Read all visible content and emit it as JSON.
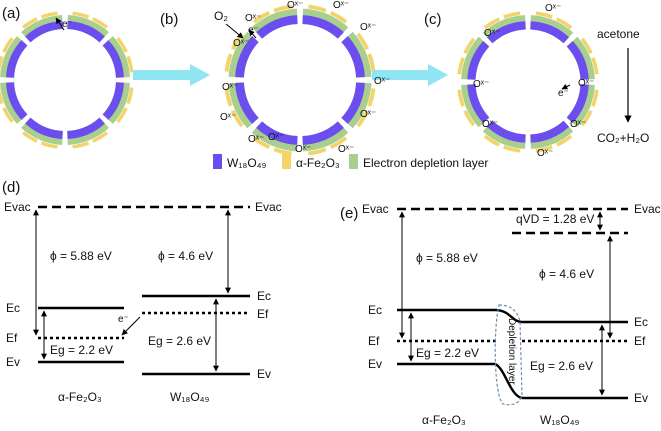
{
  "colors": {
    "w18o49": "#6b4df0",
    "fe2o3": "#f2d46b",
    "depletion": "#a9cf8e",
    "arrow": "#8fe6f2",
    "line": "#000000",
    "dashed_outline": "#6a8fb0"
  },
  "panels": {
    "a": "(a)",
    "b": "(b)",
    "c": "(c)",
    "d": "(d)",
    "e": "(e)"
  },
  "top": {
    "electron": "e⁻",
    "o2": "O₂",
    "ox": "Oˣ⁻",
    "acetone": "acetone",
    "products": "CO₂+H₂O"
  },
  "legend": {
    "w18o49": "W₁₈O₄₉",
    "fe2o3": "α-Fe₂O₃",
    "depletion": "Electron depletion layer"
  },
  "band_d": {
    "evac_left": "Evac",
    "evac_right": "Evac",
    "phi_left": "ϕ = 5.88 eV",
    "phi_right": "ϕ = 4.6 eV",
    "ec_left": "Ec",
    "ef_left": "Ef",
    "ev_left": "Ev",
    "eg_left": "Eg = 2.2 eV",
    "ec_right": "Ec",
    "ef_right": "Ef",
    "ev_right": "Ev",
    "eg_right": "Eg = 2.6 eV",
    "electron": "e⁻",
    "material_left": "α-Fe₂O₃",
    "material_right": "W₁₈O₄₉"
  },
  "band_e": {
    "evac_left": "Evac",
    "evac_right": "Evac",
    "qvd": "qVD = 1.28 eV",
    "phi_left": "ϕ = 5.88 eV",
    "phi_right": "ϕ = 4.6 eV",
    "ec_left": "Ec",
    "ef_left": "Ef",
    "ev_left": "Ev",
    "eg_left": "Eg = 2.2 eV",
    "ec_right": "Ec",
    "ef_right": "Ef",
    "ev_right": "Ev",
    "eg_right": "Eg = 2.6 eV",
    "depletion": "Depletion layer",
    "material_left": "α-Fe₂O₃",
    "material_right": "W₁₈O₄₉"
  }
}
